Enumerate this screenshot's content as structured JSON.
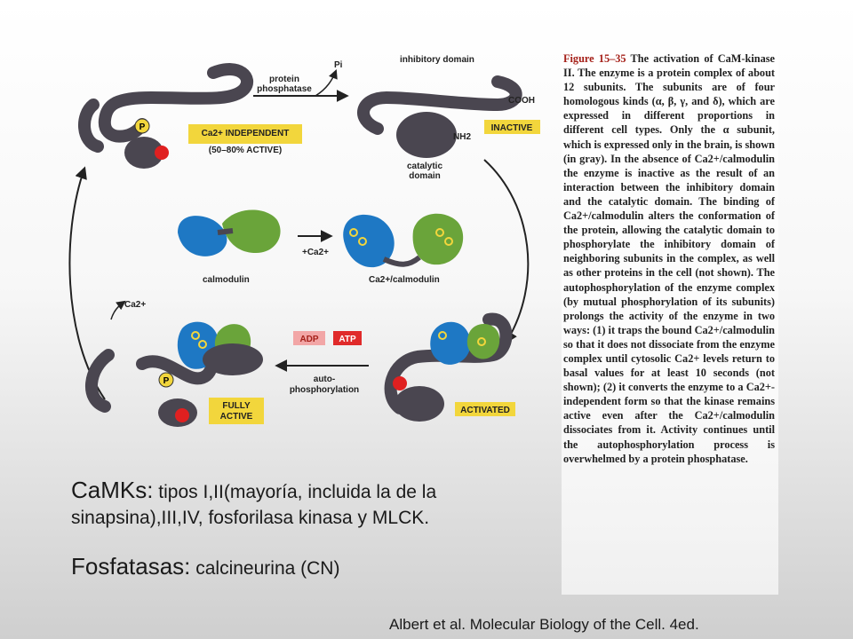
{
  "diagram": {
    "labels": {
      "inhibitory_domain": "inhibitory domain",
      "protein": "protein",
      "phosphatase": "phosphatase",
      "pi": "Pi",
      "cooh": "COOH",
      "nh2": "NH2",
      "catalytic": "catalytic",
      "domain": "domain",
      "calmodulin": "calmodulin",
      "plus_ca": "+Ca2+",
      "ca_calmodulin": "Ca2+/calmodulin",
      "ca2": "Ca2+",
      "adp": "ADP",
      "atp": "ATP",
      "auto": "auto-",
      "phosphorylation": "phosphorylation",
      "p": "P"
    },
    "states": {
      "independent": "Ca2+ INDEPENDENT",
      "independent_pct": "(50–80% ACTIVE)",
      "inactive": "INACTIVE",
      "fully": "FULLY",
      "active": "ACTIVE",
      "activated": "ACTIVATED"
    }
  },
  "caption": {
    "figure_label": "Figure 15–35",
    "figure_title": "The activation of CaM-kinase II.",
    "body": "The enzyme is a protein complex of about 12 subunits. The subunits are of four homologous kinds (α, β, γ, and δ), which are expressed in different proportions in different cell types. Only the α subunit, which is expressed only in the brain, is shown (in gray). In the absence of Ca2+/calmodulin the enzyme is inactive as the result of an interaction between the inhibitory domain and the catalytic domain. The binding of Ca2+/calmodulin alters the conformation of the protein, allowing the catalytic domain to phosphorylate the inhibitory domain of neighboring subunits in the complex, as well as other proteins in the cell (not shown). The autophosphorylation of the enzyme complex (by mutual phosphorylation of its subunits) prolongs the activity of the enzyme in two ways: (1) it traps the bound Ca2+/calmodulin so that it does not dissociate from the enzyme complex until cytosolic Ca2+ levels return to basal values for at least 10 seconds (not shown); (2) it converts the enzyme to a Ca2+-independent form so that the kinase remains active even after the Ca2+/calmodulin dissociates from it. Activity continues until the autophosphorylation process is overwhelmed by a protein phosphatase."
  },
  "text": {
    "camks_label": "CaMKs:",
    "camks_text_1": " tipos I,II(mayoría, incluida la de la",
    "camks_text_2": "sinapsina),III,IV, fosforilasa kinasa y MLCK.",
    "fosfatasas_label": "Fosfatasas:",
    "fosfatasas_text": " calcineurina (CN)"
  },
  "credit": "Albert et al. Molecular Biology of the Cell. 4ed.",
  "colors": {
    "kinase_gray": "#4a4650",
    "calmodulin_blue": "#1e78c4",
    "green": "#6aa43a",
    "label_yellow": "#f2d63c",
    "adp_red": "#f2a6a6",
    "atp_red": "#e02a2a",
    "ca_red": "#e02020"
  }
}
